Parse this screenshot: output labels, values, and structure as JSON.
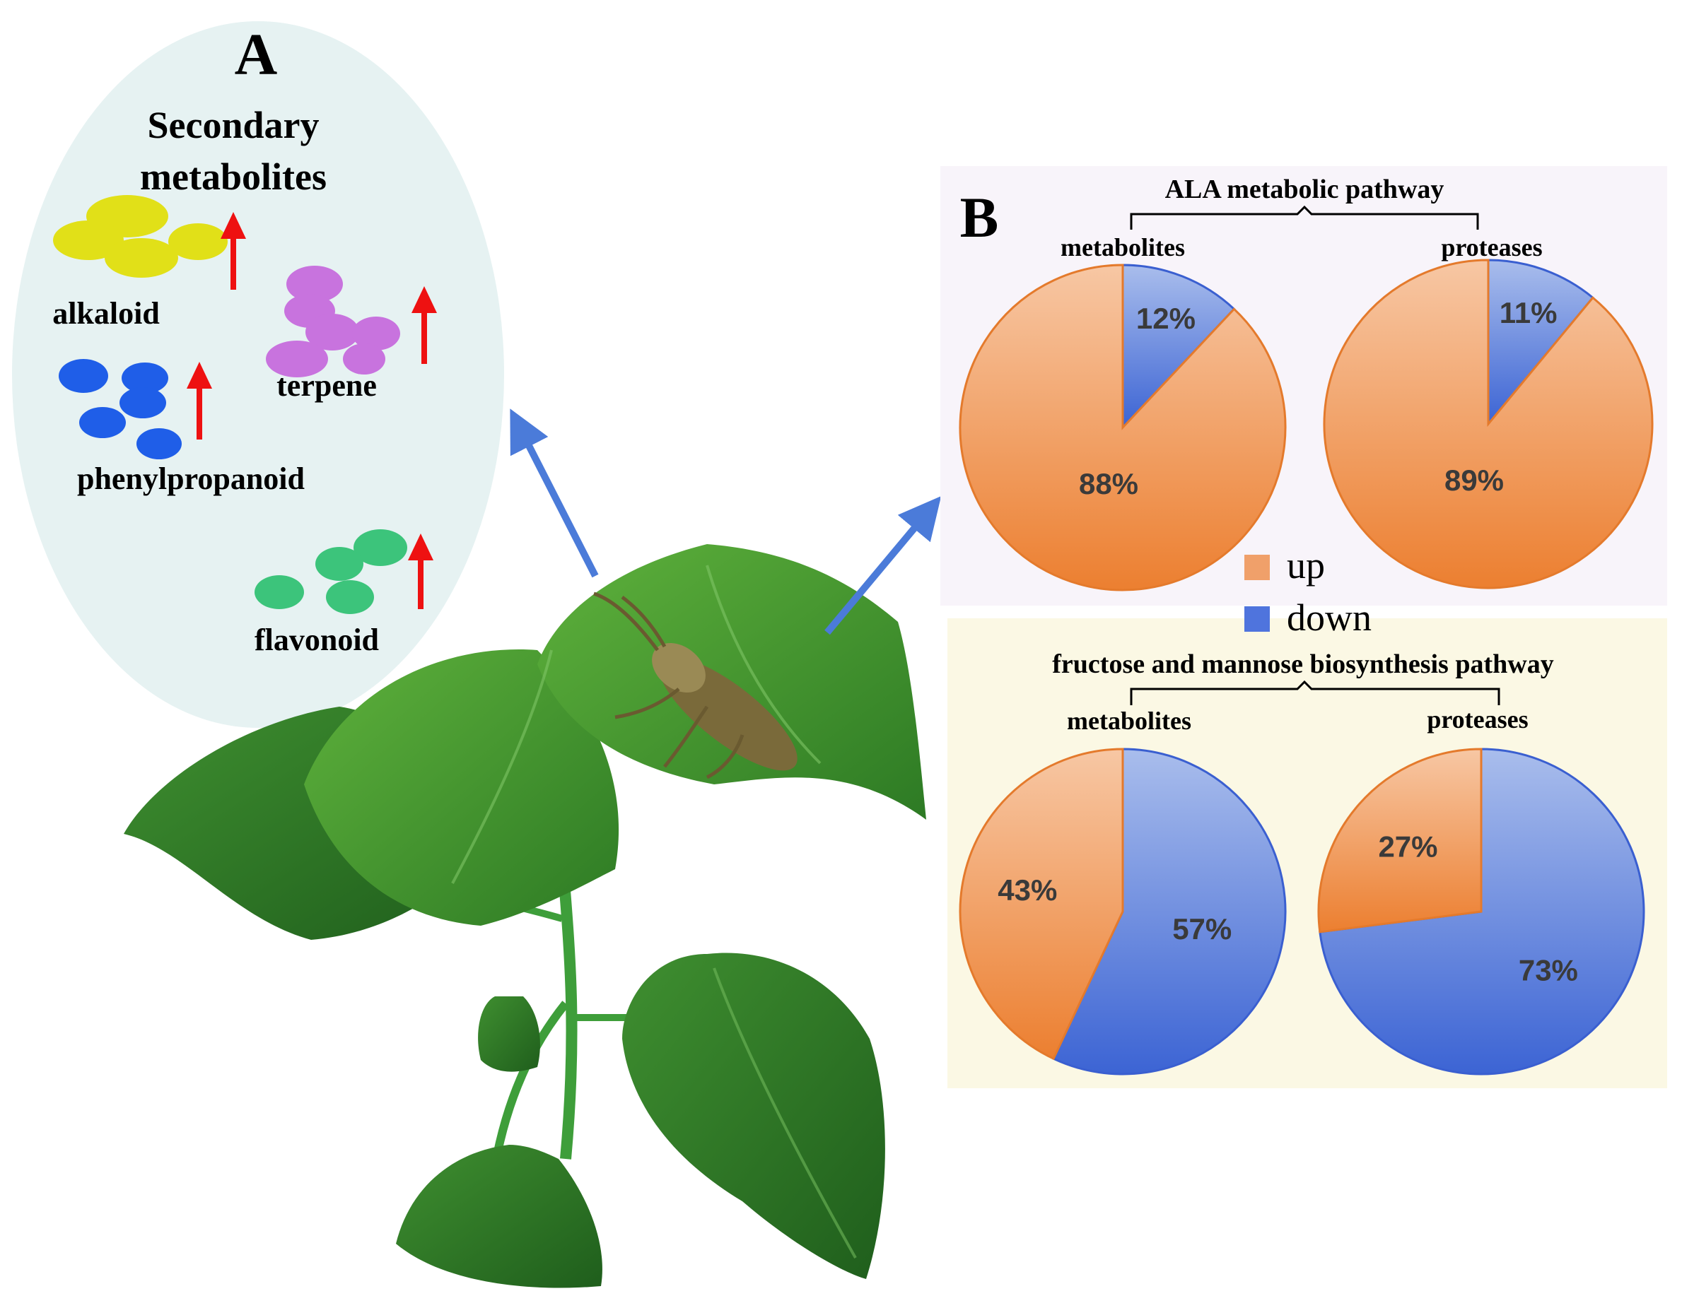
{
  "panel_a": {
    "letter": "A",
    "title_line1": "Secondary",
    "title_line2": "metabolites",
    "items": [
      {
        "label": "alkaloid",
        "color": "#e1e018",
        "trend": "up"
      },
      {
        "label": "terpene",
        "color": "#c873de",
        "trend": "up"
      },
      {
        "label": "phenylpropanoid",
        "color": "#1f5ee8",
        "trend": "up"
      },
      {
        "label": "flavonoid",
        "color": "#3cc47b",
        "trend": "up"
      }
    ],
    "arrow_color": "#ee1111"
  },
  "panel_b": {
    "letter": "B",
    "legend": [
      {
        "label": "up",
        "color": "#f0a06a"
      },
      {
        "label": "down",
        "color": "#4f74dd"
      }
    ]
  },
  "chart_data": [
    {
      "type": "pie",
      "group": "ALA metabolic pathway",
      "title": "metabolites",
      "slices": [
        {
          "label": "up",
          "value": 88
        },
        {
          "label": "down",
          "value": 12
        }
      ],
      "slice_labels": [
        "88%",
        "12%"
      ]
    },
    {
      "type": "pie",
      "group": "ALA metabolic pathway",
      "title": "proteases",
      "slices": [
        {
          "label": "up",
          "value": 89
        },
        {
          "label": "down",
          "value": 11
        }
      ],
      "slice_labels": [
        "89%",
        "11%"
      ]
    },
    {
      "type": "pie",
      "group": "fructose and mannose biosynthesis pathway",
      "title": "metabolites",
      "slices": [
        {
          "label": "up",
          "value": 43
        },
        {
          "label": "down",
          "value": 57
        }
      ],
      "slice_labels": [
        "43%",
        "57%"
      ]
    },
    {
      "type": "pie",
      "group": "fructose and mannose biosynthesis pathway",
      "title": "proteases",
      "slices": [
        {
          "label": "up",
          "value": 27
        },
        {
          "label": "down",
          "value": 73
        }
      ],
      "slice_labels": [
        "27%",
        "73%"
      ]
    }
  ],
  "colors": {
    "up": "#f0a06a",
    "down": "#4f74dd",
    "ellipse_bg": "#e6f2f2",
    "ala_panel_bg": "#f8f4fa",
    "fructose_panel_bg": "#fbf8e4",
    "pointer_arrow": "#4b7bd9"
  }
}
